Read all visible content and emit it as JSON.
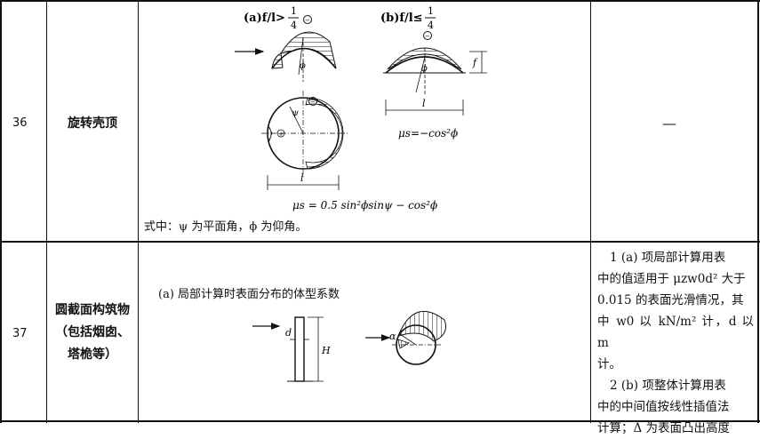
{
  "rows": [
    {
      "number": "36",
      "name": "旋转壳顶",
      "fig_a_label": "(a)f/l>",
      "fig_b_label": "(b)f/l≤",
      "frac_num": "1",
      "frac_den": "4",
      "mu_b": "μs=−cos²ϕ",
      "mu_a": "μs = 0.5 sin²ϕsinψ − cos²ϕ",
      "caption": "式中：ψ 为平面角，ϕ 为仰角。",
      "dim_l": "l",
      "dim_f": "f",
      "angle_phi": "ϕ",
      "angle_psi": "ψ",
      "note": "—"
    },
    {
      "number": "37",
      "name_lines": [
        "圆截面构筑物",
        "（包括烟囱、",
        "塔桅等）"
      ],
      "caption_a": "(a) 局部计算时表面分布的体型系数",
      "dim_d": "d",
      "dim_h": "H",
      "angle_alpha": "α",
      "note_lines": [
        "1 (a) 项局部计算用表",
        "中的值适用于 μzw0d² 大于",
        "0.015 的表面光滑情况，其",
        "中 w0 以 kN/m² 计，d 以 m",
        "计。",
        "2 (b) 项整体计算用表",
        "中的中间值按线性插值法",
        "计算；Δ 为表面凸出高度"
      ]
    }
  ]
}
